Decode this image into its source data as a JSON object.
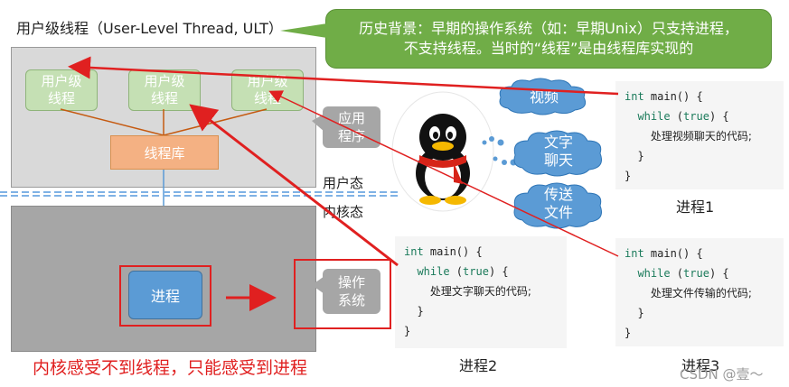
{
  "title": "用户级线程（User-Level Thread, ULT）",
  "history": {
    "line1": "历史背景：早期的操作系统（如：早期Unix）只支持进程，",
    "line2": "不支持线程。当时的“线程”是由线程库实现的"
  },
  "threads": [
    {
      "line1": "用户级",
      "line2": "线程"
    },
    {
      "line1": "用户级",
      "line2": "线程"
    },
    {
      "line1": "用户级",
      "line2": "线程"
    }
  ],
  "thread_library": "线程库",
  "application": {
    "line1": "应用",
    "line2": "程序"
  },
  "user_mode": "用户态",
  "kernel_mode": "内核态",
  "process": "进程",
  "os": {
    "line1": "操作",
    "line2": "系统"
  },
  "kernel_note": "内核感受不到线程，只能感受到进程",
  "clouds": [
    {
      "line1": "视频",
      "line2": ""
    },
    {
      "line1": "文字",
      "line2": "聊天"
    },
    {
      "line1": "传送",
      "line2": "文件"
    }
  ],
  "code_blocks": [
    {
      "kw_int": "int",
      "fn": " main() {",
      "kw_while": "while",
      "cond_open": " (",
      "kw_true": "true",
      "cond_close": ") {",
      "body": "处理视频聊天的代码;",
      "close_inner": "}",
      "close_outer": "}",
      "label": "进程1"
    },
    {
      "kw_int": "int",
      "fn": " main() {",
      "kw_while": "while",
      "cond_open": " (",
      "kw_true": "true",
      "cond_close": ") {",
      "body": "处理文字聊天的代码;",
      "close_inner": "}",
      "close_outer": "}",
      "label": "进程2"
    },
    {
      "kw_int": "int",
      "fn": " main() {",
      "kw_while": "while",
      "cond_open": " (",
      "kw_true": "true",
      "cond_close": ") {",
      "body": "处理文件传输的代码;",
      "close_inner": "}",
      "close_outer": "}",
      "label": "进程3"
    }
  ],
  "watermark": "CSDN @壹～",
  "colors": {
    "history_bg": "#70ad47",
    "thread_bg": "#c5e0b4",
    "library_bg": "#f4b183",
    "process_bg": "#5b9bd5",
    "arrow_red": "#e02020",
    "cloud_blue": "#5b9bd5",
    "divider_blue": "#7fb2e5"
  }
}
